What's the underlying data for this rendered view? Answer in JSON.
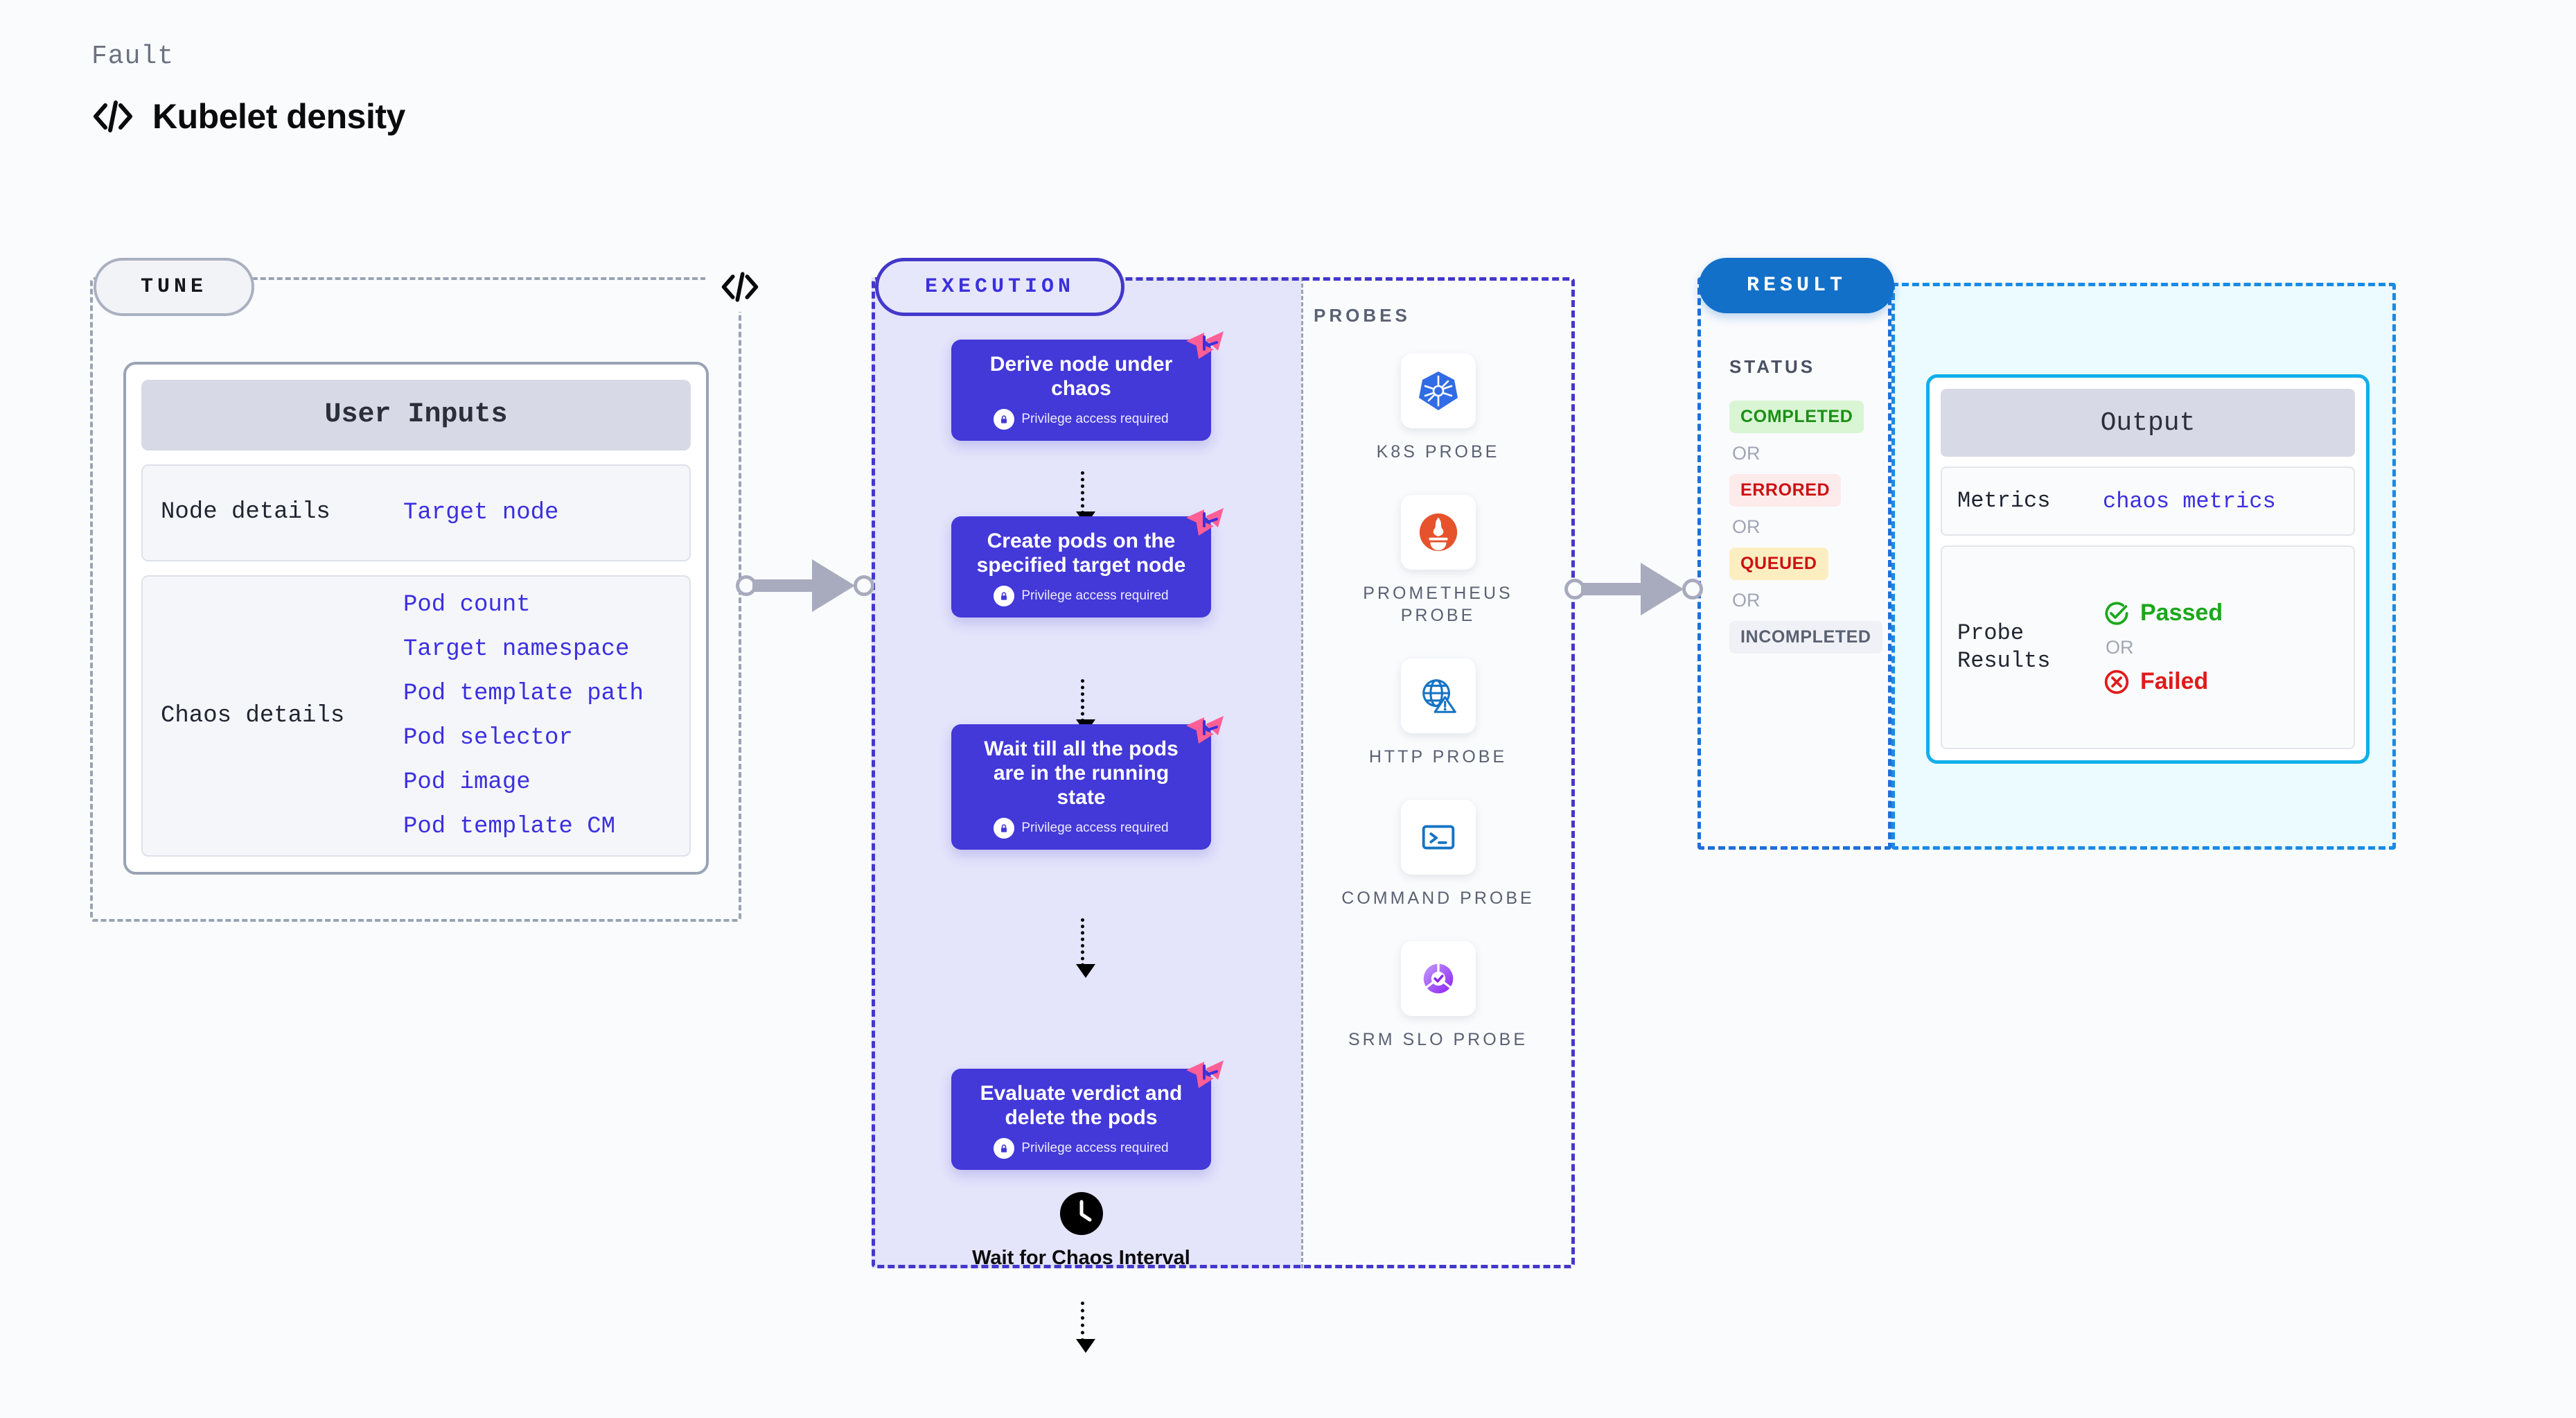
{
  "header": {
    "eyebrow": "Fault",
    "title": "Kubelet density",
    "icon": "code-brackets-icon"
  },
  "tune": {
    "pill_label": "TUNE",
    "edge_icon": "code-brackets-icon",
    "card": {
      "header": "User Inputs",
      "groups": [
        {
          "label": "Node details",
          "values": [
            "Target node"
          ]
        },
        {
          "label": "Chaos details",
          "values": [
            "Pod count",
            "Target namespace",
            "Pod template path",
            "Pod selector",
            "Pod image",
            "Pod template CM"
          ]
        }
      ]
    }
  },
  "execution": {
    "pill_label": "EXECUTION",
    "privilege_note": "Privilege access required",
    "steps": [
      {
        "title": "Derive node under chaos",
        "privileged": true
      },
      {
        "title": "Create pods on the specified target node",
        "privileged": true
      },
      {
        "title": "Wait till all the pods are in the running state",
        "privileged": true
      }
    ],
    "wait_node": {
      "icon": "clock-icon",
      "label": "Wait for Chaos Interval"
    },
    "final_step": {
      "title": "Evaluate verdict and delete the pods",
      "privileged": true
    }
  },
  "probes": {
    "section_label": "PROBES",
    "items": [
      {
        "label": "K8S PROBE",
        "icon": "kubernetes-icon",
        "color": "#326ce5"
      },
      {
        "label": "PROMETHEUS PROBE",
        "icon": "prometheus-icon",
        "color": "#e6522c"
      },
      {
        "label": "HTTP PROBE",
        "icon": "globe-warning-icon",
        "color": "#1673c4"
      },
      {
        "label": "COMMAND PROBE",
        "icon": "terminal-icon",
        "color": "#1673c4"
      },
      {
        "label": "SRM SLO PROBE",
        "icon": "slo-donut-check-icon",
        "color": "#9b4dff"
      }
    ]
  },
  "result": {
    "pill_label": "RESULT",
    "status_label": "STATUS",
    "or_label": "OR",
    "statuses": [
      {
        "label": "COMPLETED",
        "bg": "#d9f5d4",
        "fg": "#1a8f15"
      },
      {
        "label": "ERRORED",
        "bg": "#fdeaea",
        "fg": "#cc1111"
      },
      {
        "label": "QUEUED",
        "bg": "#fdeec2",
        "fg": "#cc1111"
      },
      {
        "label": "INCOMPLETED",
        "bg": "#f0f1f6",
        "fg": "#5a6172"
      }
    ],
    "output": {
      "header": "Output",
      "metrics_label": "Metrics",
      "metrics_value": "chaos metrics",
      "probe_results_label": "Probe Results",
      "verdicts": [
        {
          "label": "Passed",
          "icon": "check-circle-icon",
          "color": "#1aa81a"
        },
        {
          "label": "Failed",
          "icon": "x-circle-icon",
          "color": "#e01b1b"
        }
      ]
    }
  }
}
